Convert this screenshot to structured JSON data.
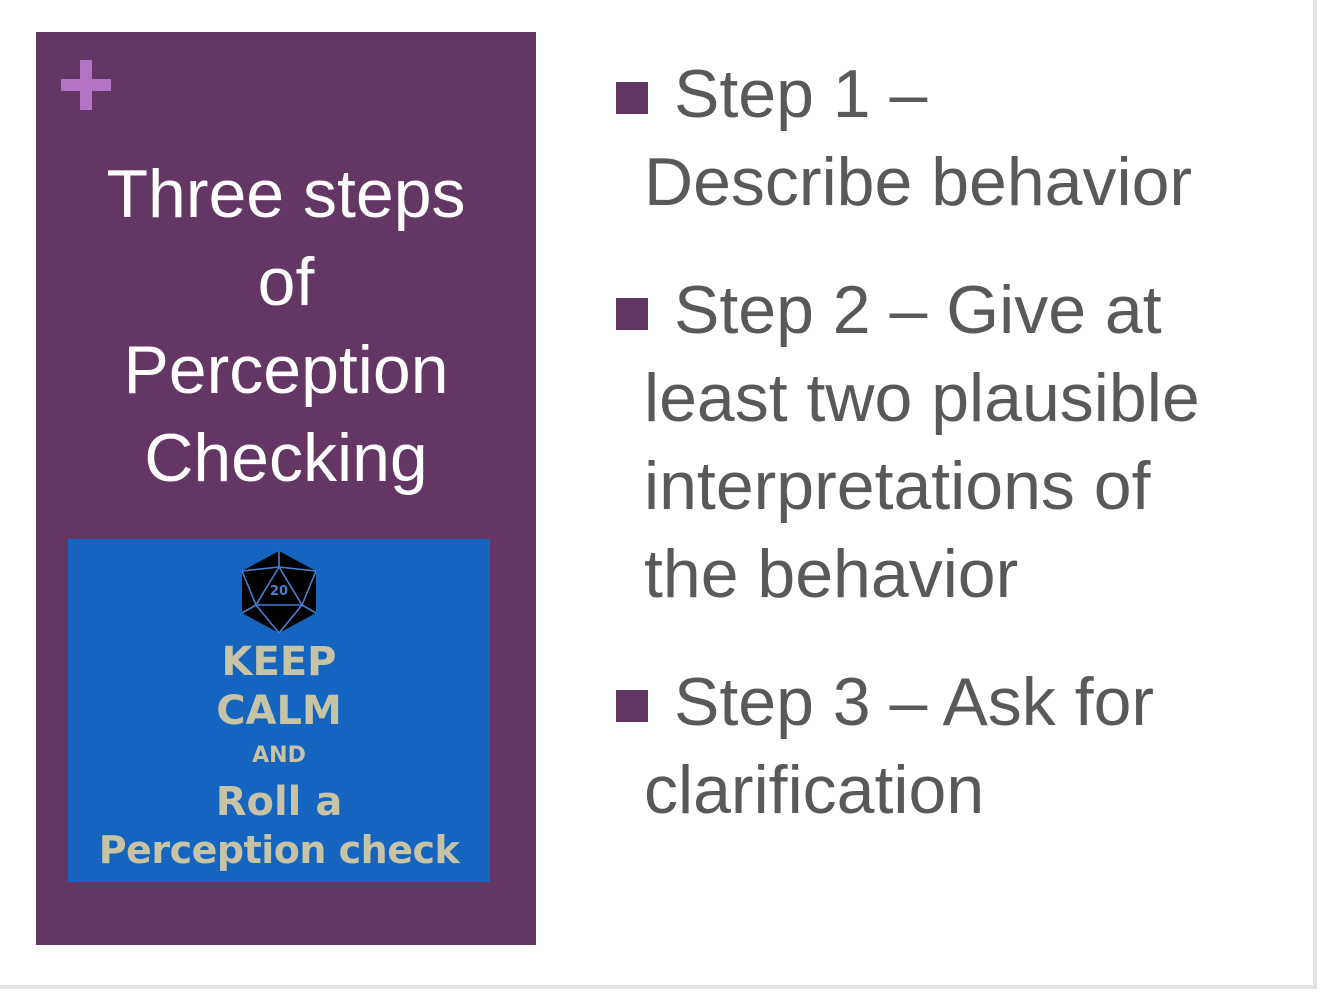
{
  "left_panel": {
    "title_lines": [
      "Three steps",
      "of",
      "Perception",
      "Checking"
    ],
    "poster": {
      "lines": [
        "KEEP",
        "CALM",
        "AND",
        "Roll a",
        "Perception check"
      ],
      "die_label": "20"
    }
  },
  "bullets": [
    {
      "first": "Step 1 –",
      "rest": [
        "Describe behavior"
      ]
    },
    {
      "first": "Step 2 – Give at",
      "rest": [
        "least two plausible",
        "interpretations of",
        "the behavior"
      ]
    },
    {
      "first": "Step 3 – Ask for",
      "rest": [
        "clarification"
      ]
    }
  ],
  "colors": {
    "panel": "#643663",
    "accent": "#b474c4",
    "poster_bg": "#1565c0",
    "poster_text": "#c6c4a4",
    "body_text": "#595959"
  }
}
